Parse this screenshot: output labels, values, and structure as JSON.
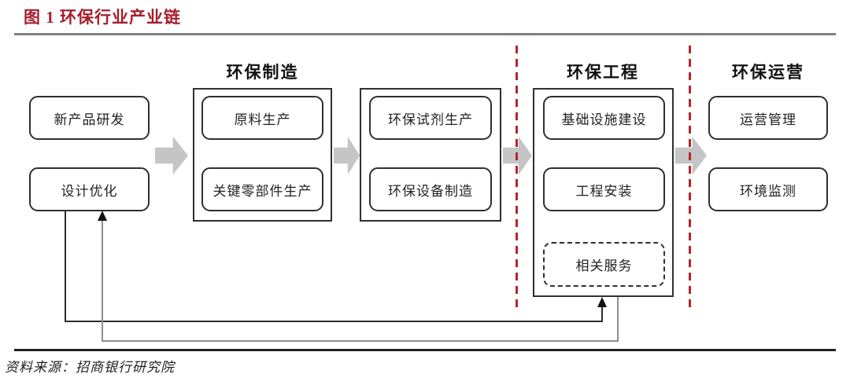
{
  "figure": {
    "title": "图 1 环保行业产业链",
    "source": "资料来源：招商银行研究院"
  },
  "sections": {
    "manufacturing": {
      "label": "环保制造"
    },
    "engineering": {
      "label": "环保工程"
    },
    "operations": {
      "label": "环保运营"
    }
  },
  "nodes": {
    "new_product_rd": "新产品研发",
    "design_optimization": "设计优化",
    "raw_material_production": "原料生产",
    "key_components_production": "关键零部件生产",
    "reagent_production": "环保试剂生产",
    "equipment_manufacturing": "环保设备制造",
    "infrastructure_construction": "基础设施建设",
    "engineering_installation": "工程安装",
    "related_services": "相关服务",
    "operation_management": "运营管理",
    "environment_monitoring": "环境监测"
  },
  "colors": {
    "title_red": "#A61E2B",
    "divider_red": "#B6242B",
    "arrow_gray": "#C5C5C5",
    "border_dark": "#2F2F2F",
    "top_rule_gray": "#7F7F7F",
    "footer_rule_dark": "#222222"
  }
}
